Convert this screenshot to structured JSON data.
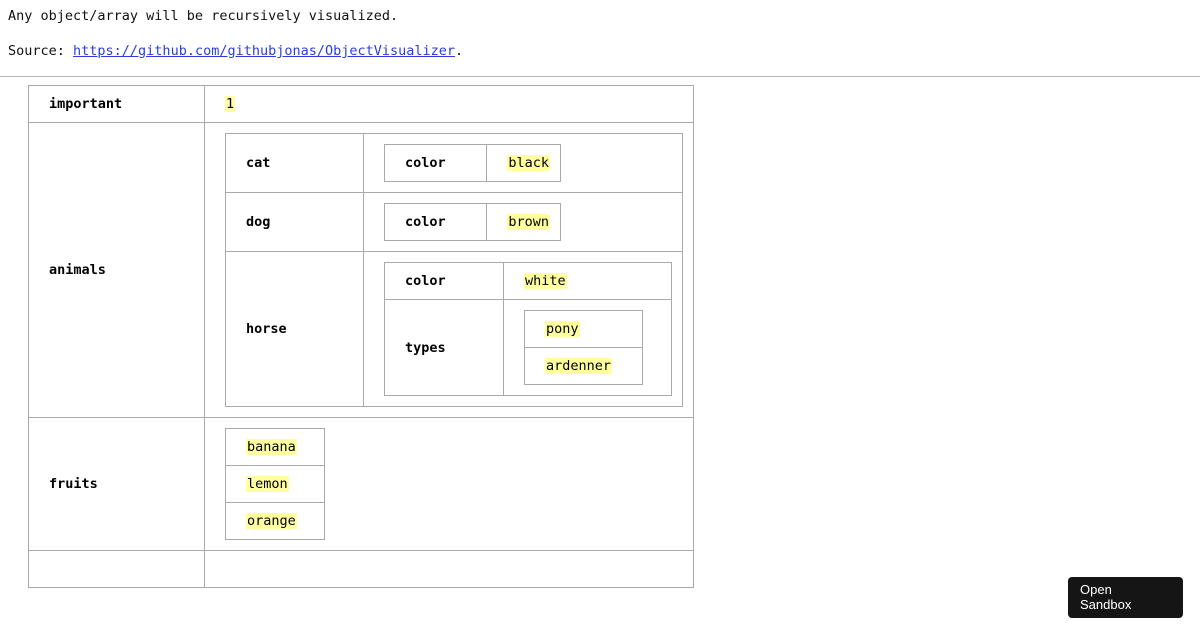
{
  "intro": {
    "line1": "Any object/array will be recursively visualized.",
    "source_label": "Source: ",
    "source_url_text": "https://github.com/githubjonas/ObjectVisualizer",
    "source_period": "."
  },
  "colors": {
    "highlight": "#ffffa0",
    "border": "#a9a9a9",
    "link": "#2b3ddf",
    "sandbox_bg": "#151515"
  },
  "visualizer": {
    "rows": {
      "important": {
        "key": "important",
        "value": "1"
      },
      "animals": {
        "key": "animals",
        "cat": {
          "key": "cat",
          "color_key": "color",
          "color_value": "black"
        },
        "dog": {
          "key": "dog",
          "color_key": "color",
          "color_value": "brown"
        },
        "horse": {
          "key": "horse",
          "color_key": "color",
          "color_value": "white",
          "types_key": "types",
          "types": [
            "pony",
            "ardenner"
          ]
        }
      },
      "fruits": {
        "key": "fruits",
        "items": [
          "banana",
          "lemon",
          "orange"
        ]
      }
    }
  },
  "sandbox": {
    "line1": "Open",
    "line2": "Sandbox"
  }
}
